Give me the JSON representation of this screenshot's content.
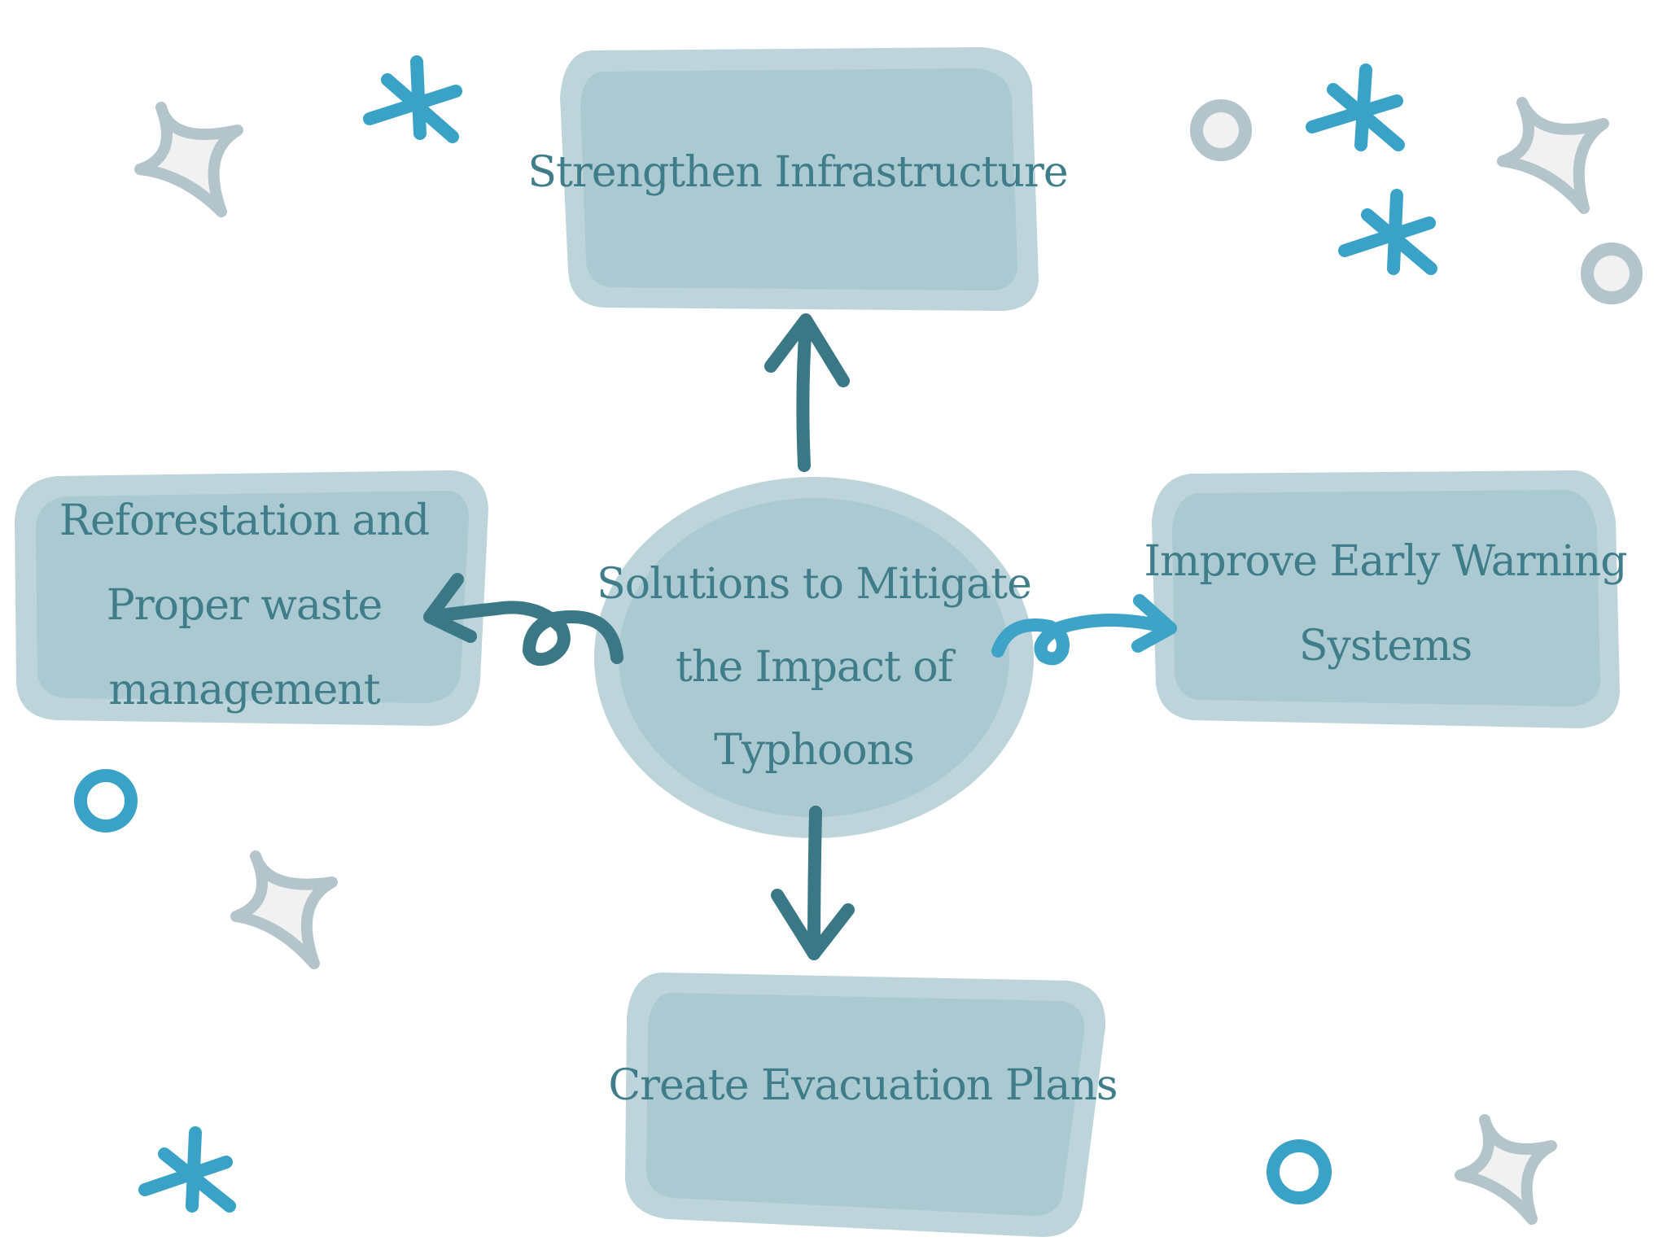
{
  "diagram": {
    "center": {
      "lines": [
        "Solutions to Mitigate",
        "the Impact of",
        "Typhoons"
      ]
    },
    "top": {
      "lines": [
        "Strengthen Infrastructure"
      ]
    },
    "left": {
      "lines": [
        "Reforestation and",
        "Proper waste",
        "management"
      ]
    },
    "right": {
      "lines": [
        "Improve Early Warning",
        "Systems"
      ]
    },
    "bottom": {
      "lines": [
        "Create Evacuation Plans"
      ]
    }
  },
  "colors": {
    "box_fill": "#abc9d1",
    "box_outer": "#bdd4da",
    "text": "#3f7d8a",
    "arrow_dark": "#3a7886",
    "arrow_light": "#3da3c7",
    "star": "#b3c5ca",
    "star_fill": "#f1f1f1",
    "asterisk": "#3aa2c7"
  },
  "decorations": {
    "sparkles": "sparkle-icon",
    "asterisks": "asterisk-icon",
    "rings": "ring-icon"
  }
}
